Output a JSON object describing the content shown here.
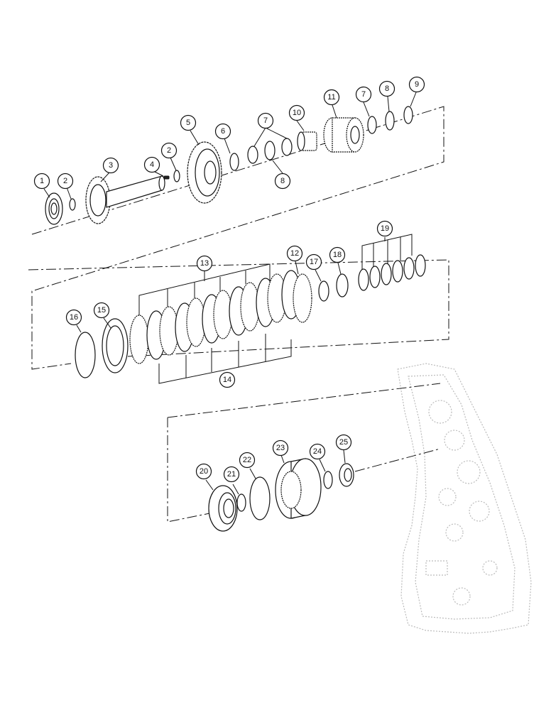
{
  "diagram": {
    "callouts": [
      {
        "id": "c1",
        "label": "1"
      },
      {
        "id": "c2a",
        "label": "2"
      },
      {
        "id": "c3",
        "label": "3"
      },
      {
        "id": "c4",
        "label": "4"
      },
      {
        "id": "c2b",
        "label": "2"
      },
      {
        "id": "c5",
        "label": "5"
      },
      {
        "id": "c6",
        "label": "6"
      },
      {
        "id": "c7a",
        "label": "7"
      },
      {
        "id": "c8a",
        "label": "8"
      },
      {
        "id": "c10",
        "label": "10"
      },
      {
        "id": "c11",
        "label": "11"
      },
      {
        "id": "c7b",
        "label": "7"
      },
      {
        "id": "c8b",
        "label": "8"
      },
      {
        "id": "c9",
        "label": "9"
      },
      {
        "id": "c13",
        "label": "13"
      },
      {
        "id": "c12",
        "label": "12"
      },
      {
        "id": "c17",
        "label": "17"
      },
      {
        "id": "c18",
        "label": "18"
      },
      {
        "id": "c19",
        "label": "19"
      },
      {
        "id": "c16",
        "label": "16"
      },
      {
        "id": "c15",
        "label": "15"
      },
      {
        "id": "c14",
        "label": "14"
      },
      {
        "id": "c20",
        "label": "20"
      },
      {
        "id": "c21",
        "label": "21"
      },
      {
        "id": "c22",
        "label": "22"
      },
      {
        "id": "c23",
        "label": "23"
      },
      {
        "id": "c24",
        "label": "24"
      },
      {
        "id": "c25",
        "label": "25"
      }
    ]
  }
}
